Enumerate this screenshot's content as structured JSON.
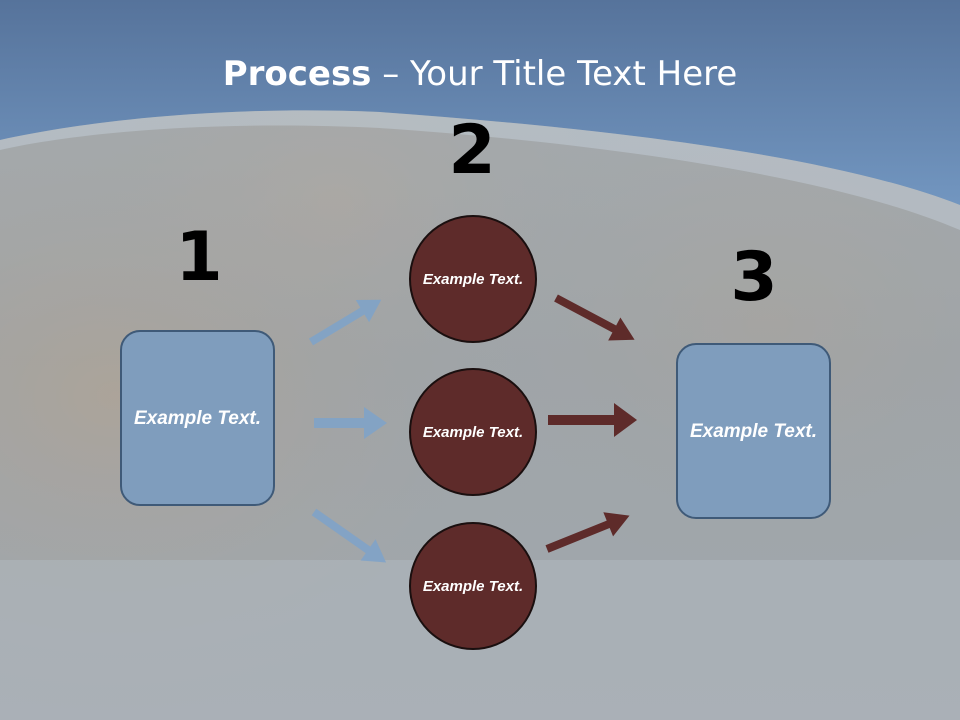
{
  "slide": {
    "title_bold": "Process",
    "title_rest": " – Your Title Text Here"
  },
  "steps": {
    "one": "1",
    "two": "2",
    "three": "3"
  },
  "left_box": {
    "text": "Example Text."
  },
  "right_box": {
    "text": "Example Text."
  },
  "circles": [
    {
      "text": "Example Text."
    },
    {
      "text": "Example Text."
    },
    {
      "text": "Example Text."
    }
  ],
  "colors": {
    "box_fill": "#7f9dbd",
    "box_border": "#3f5a78",
    "circle_fill": "#5e2b2a",
    "blue_arrow": "#7fa3c8",
    "red_arrow": "#5e2b2a",
    "header": "#6b8db6"
  }
}
